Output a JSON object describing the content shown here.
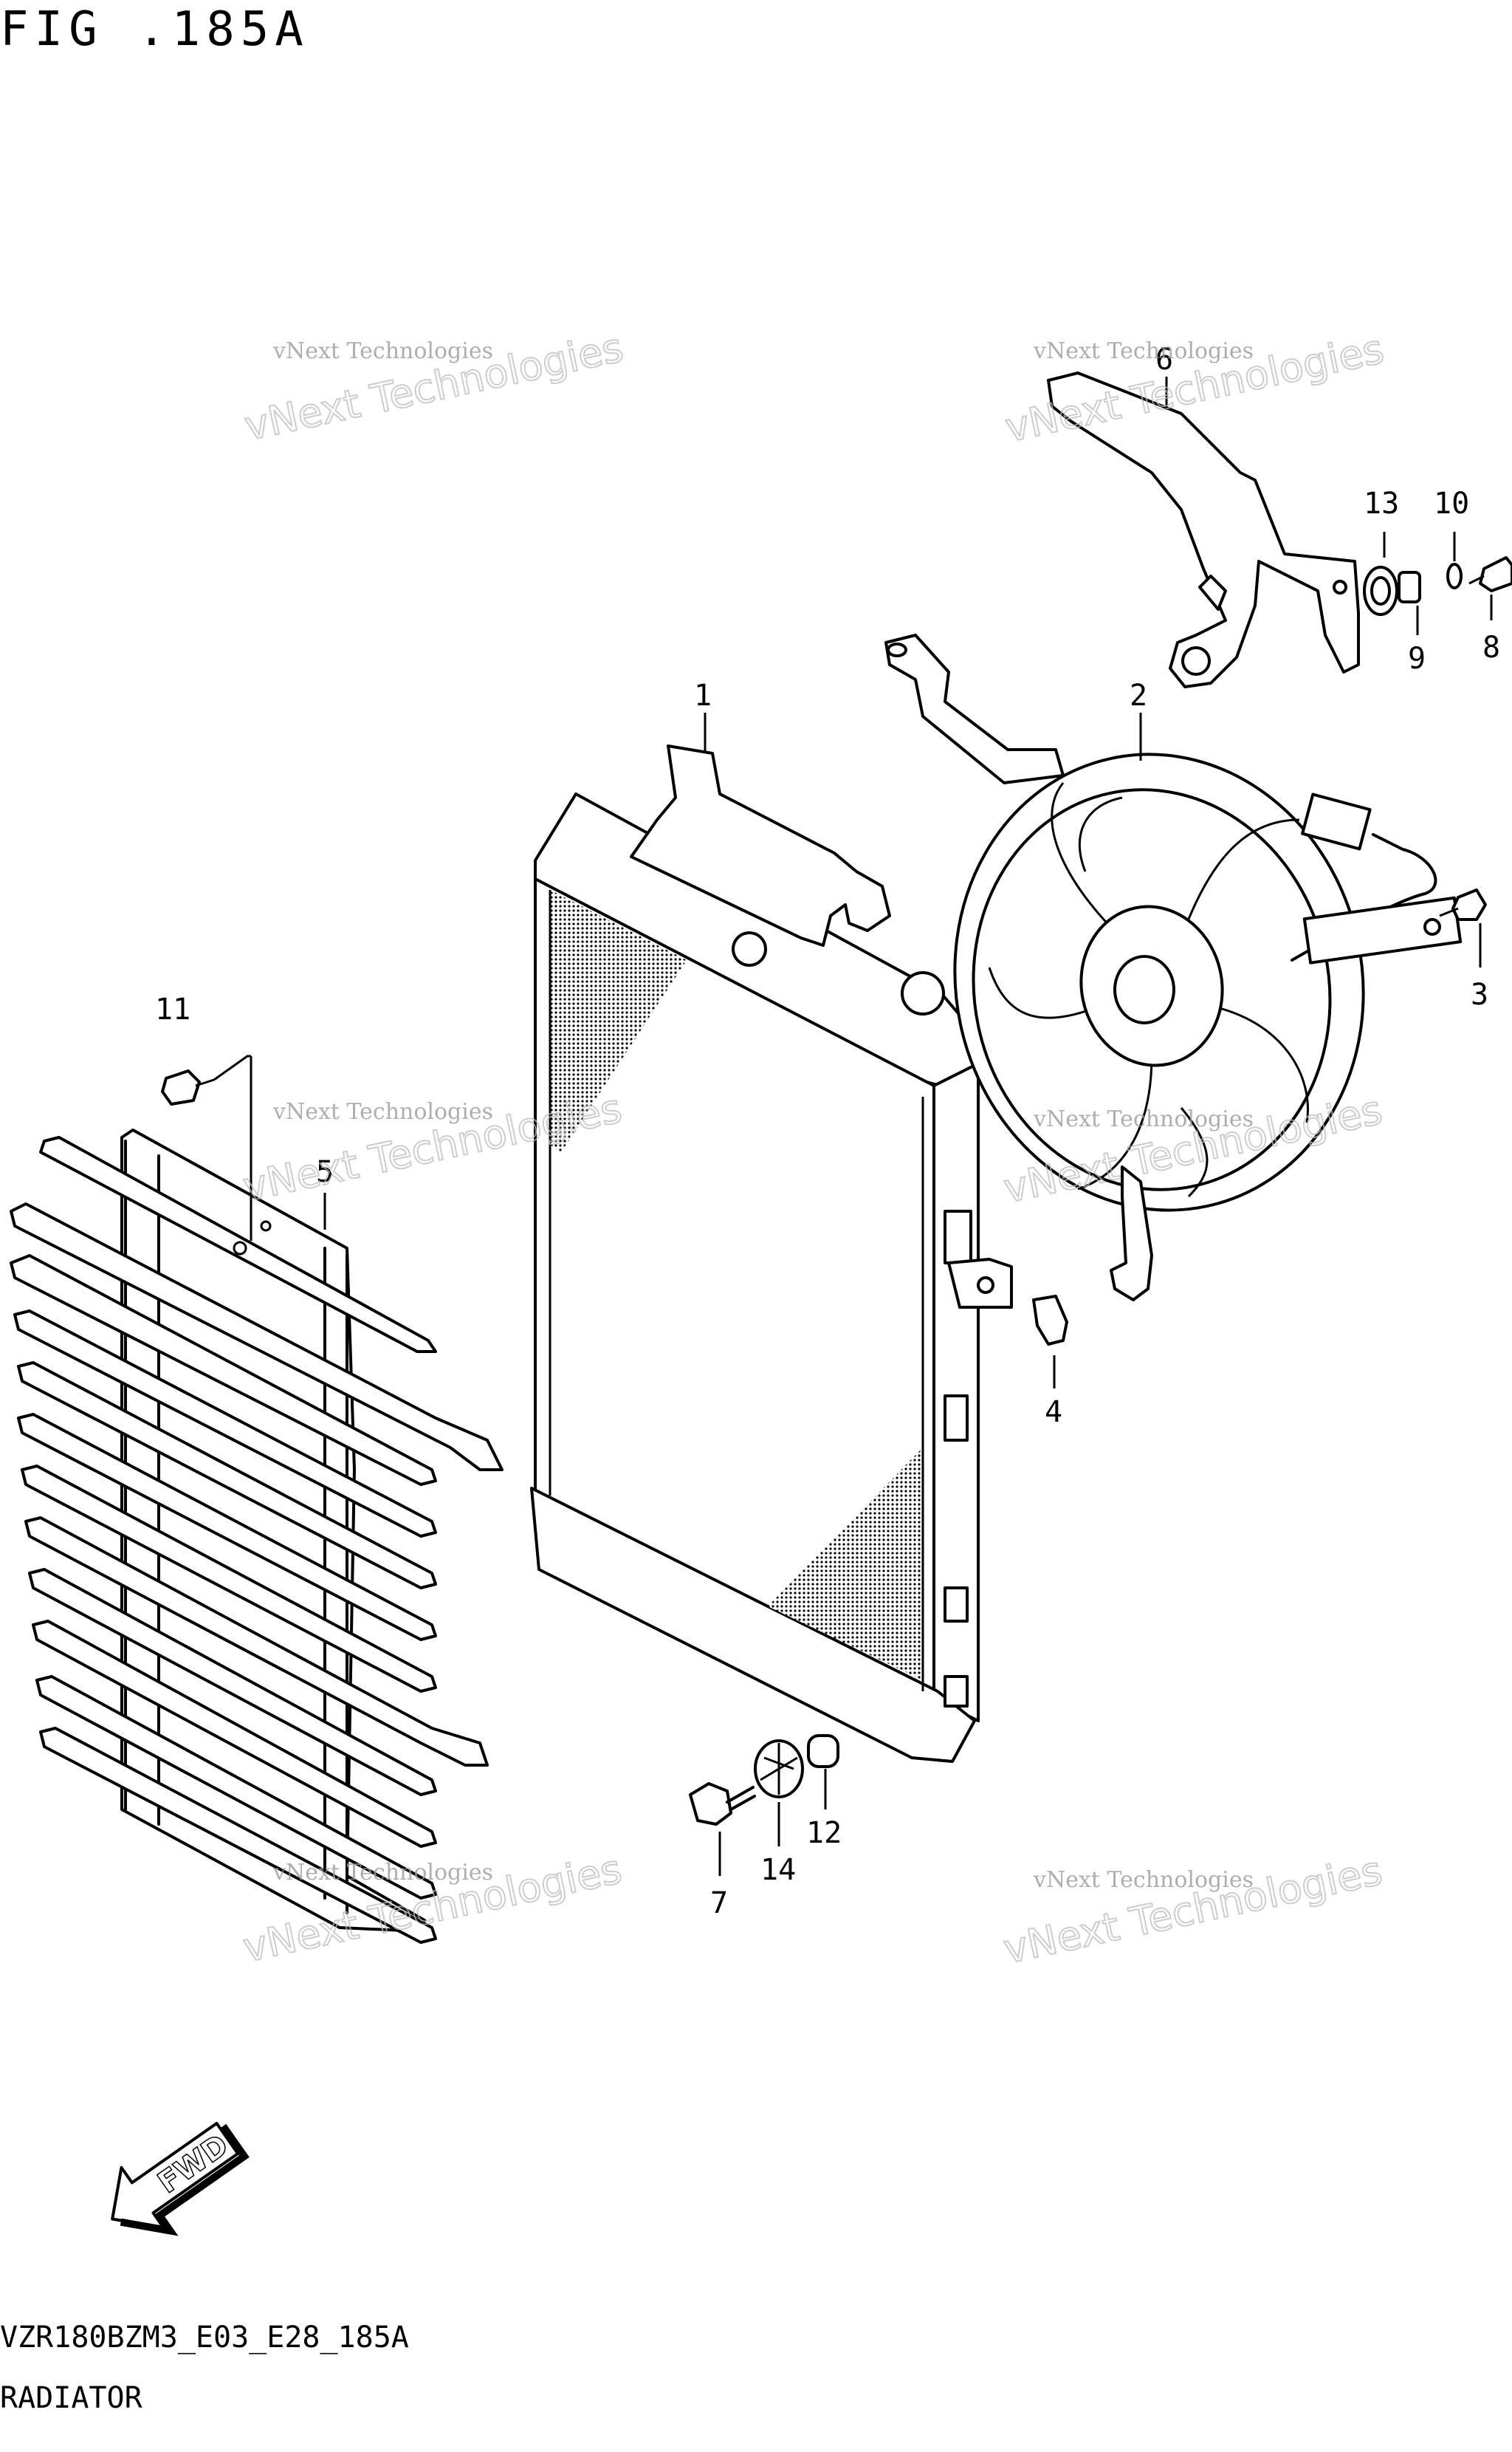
{
  "figure": {
    "title": "FIG .185A"
  },
  "footer": {
    "code": "VZR180BZM3_E03_E28_185A",
    "name": "RADIATOR"
  },
  "watermark": {
    "line1": "vNext Technologies",
    "line2": "vNext Technologies"
  },
  "direction_badge": "FWD",
  "callouts": [
    "1",
    "2",
    "3",
    "4",
    "5",
    "6",
    "7",
    "8",
    "9",
    "10",
    "11",
    "12",
    "13",
    "14"
  ]
}
